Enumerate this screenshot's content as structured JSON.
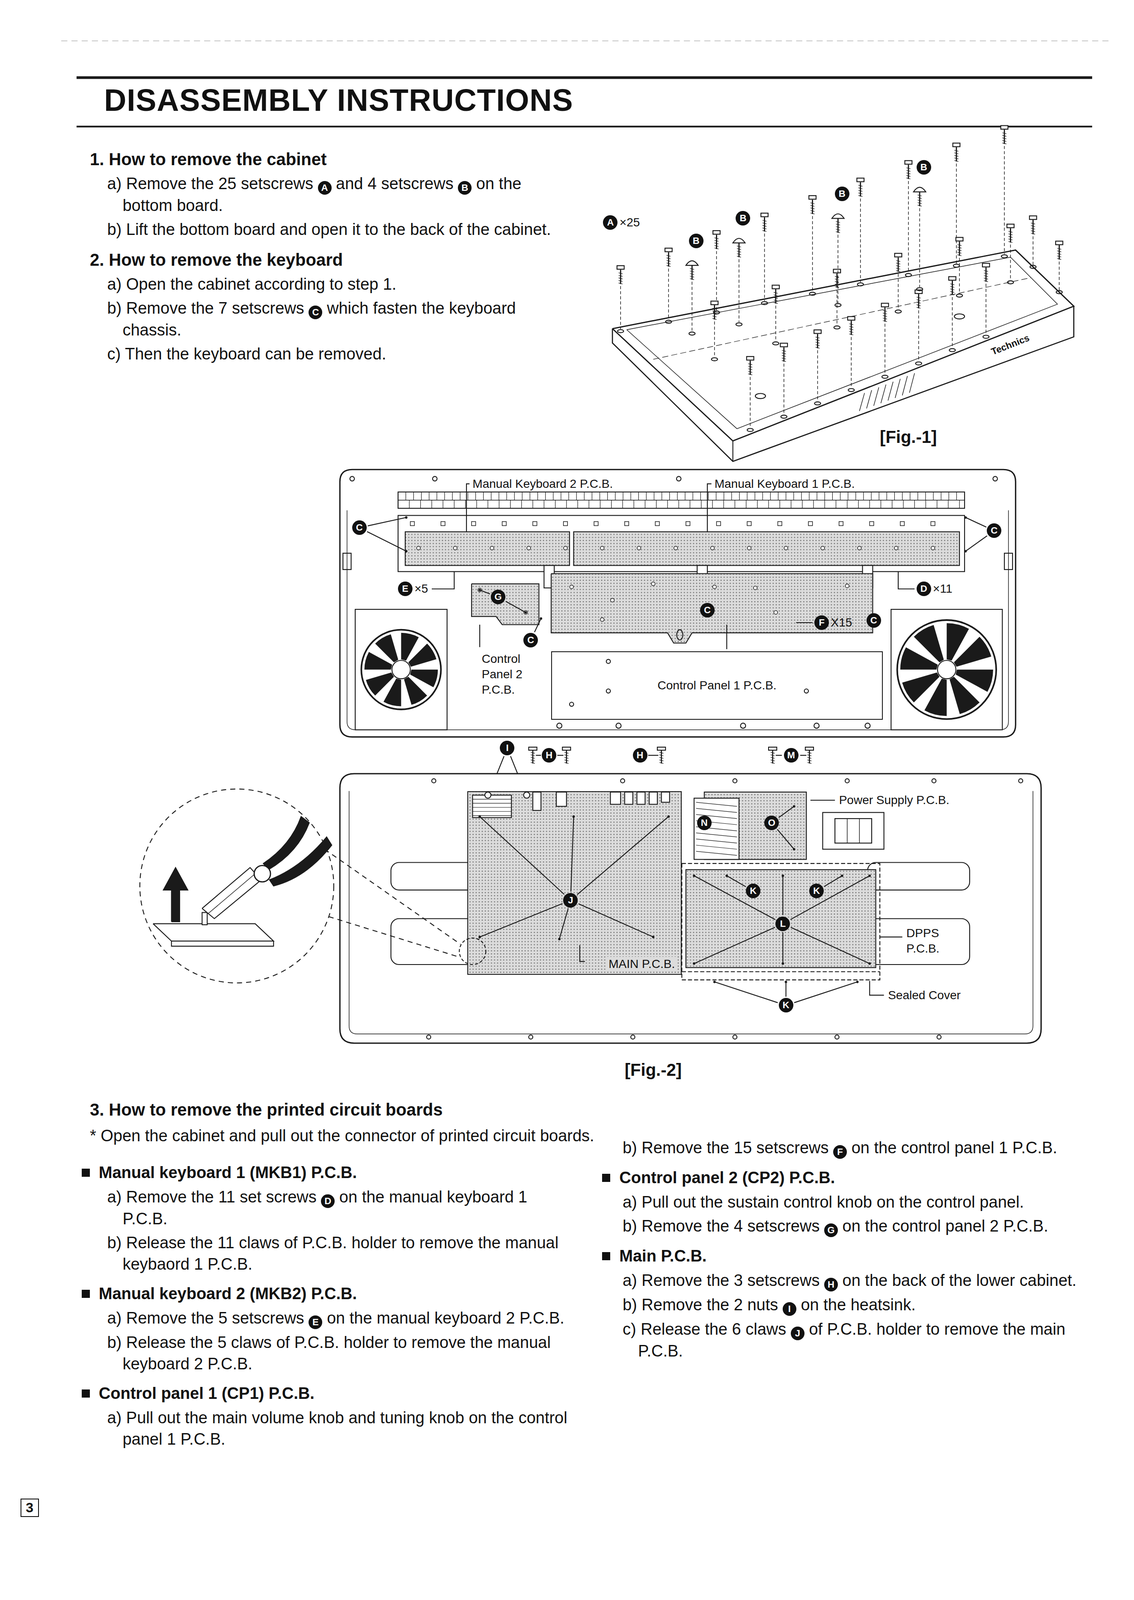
{
  "diagram": {
    "title": "DISASSEMBLY INSTRUCTIONS",
    "nodes": [
      {
        "text": [
          "Control Panel 1 P.C.B."
        ]
      },
      {
        "text": [
          "MAIN P.C.B."
        ]
      }
    ],
    "labels": [
      "1. How to remove the cabinet",
      "a) Remove the 25 setscrews",
      "A",
      "and 4 setscrews",
      "B",
      "on the bottom board.",
      "b) Lift the bottom board and open it to the back of the cabinet.",
      "2. How to remove the keyboard",
      "a) Open the cabinet according to step 1.",
      "b) Remove the 7 setscrews",
      "C",
      "which fasten the keyboard chassis.",
      "c) Then the keyboard can be removed.",
      "A",
      "×25",
      "B",
      "B",
      "B",
      "B",
      "Technics",
      "[Fig.-1]",
      "Manual Keyboard 2 P.C.B.",
      "Manual Keyboard 1 P.C.B.",
      "C",
      "C",
      "E",
      "×5",
      "D",
      "×11",
      "G",
      "C",
      "F",
      "X15",
      "C",
      "C",
      "Control Panel 2 P.C.B.",
      "I",
      "H",
      "H",
      "M",
      "Power Supply P.C.B.",
      "N",
      "O",
      "J",
      "K",
      "K",
      "L",
      "DPPS P.C.B.",
      "Sealed Cover",
      "K",
      "[Fig.-2]",
      "3. How to remove the printed circuit boards",
      "* Open the cabinet and pull out the connector of printed circuit boards.",
      "Manual keyboard 1 (MKB1) P.C.B.",
      "a) Remove the 11 set screws",
      "D",
      "on the manual keyboard 1 P.C.B.",
      "b) Release the 11 claws of P.C.B. holder to remove the manual keybaord 1 P.C.B.",
      "Manual keyboard 2 (MKB2) P.C.B.",
      "a) Remove the 5 setscrews",
      "E",
      "on the manual keyboard 2 P.C.B.",
      "b) Release the 5 claws of P.C.B. holder to remove the manual keyboard 2 P.C.B.",
      "Control panel 1 (CP1) P.C.B.",
      "a) Pull out the main volume knob and tuning knob on the control panel 1 P.C.B.",
      "b) Remove the 15 setscrews",
      "F",
      "on the control panel 1 P.C.B.",
      "Control panel 2 (CP2) P.C.B.",
      "a) Pull out the sustain control knob on the control panel.",
      "b) Remove the 4 setscrews",
      "G",
      "on the control panel 2 P.C.B.",
      "Main P.C.B.",
      "a) Remove the 3 setscrews",
      "H",
      "on the back of the lower cabinet.",
      "b) Remove the 2 nuts",
      "I",
      "on the heatsink.",
      "c) Release the 6 claws",
      "J",
      "of P.C.B. holder to remove the main P.C.B.",
      "3"
    ]
  }
}
